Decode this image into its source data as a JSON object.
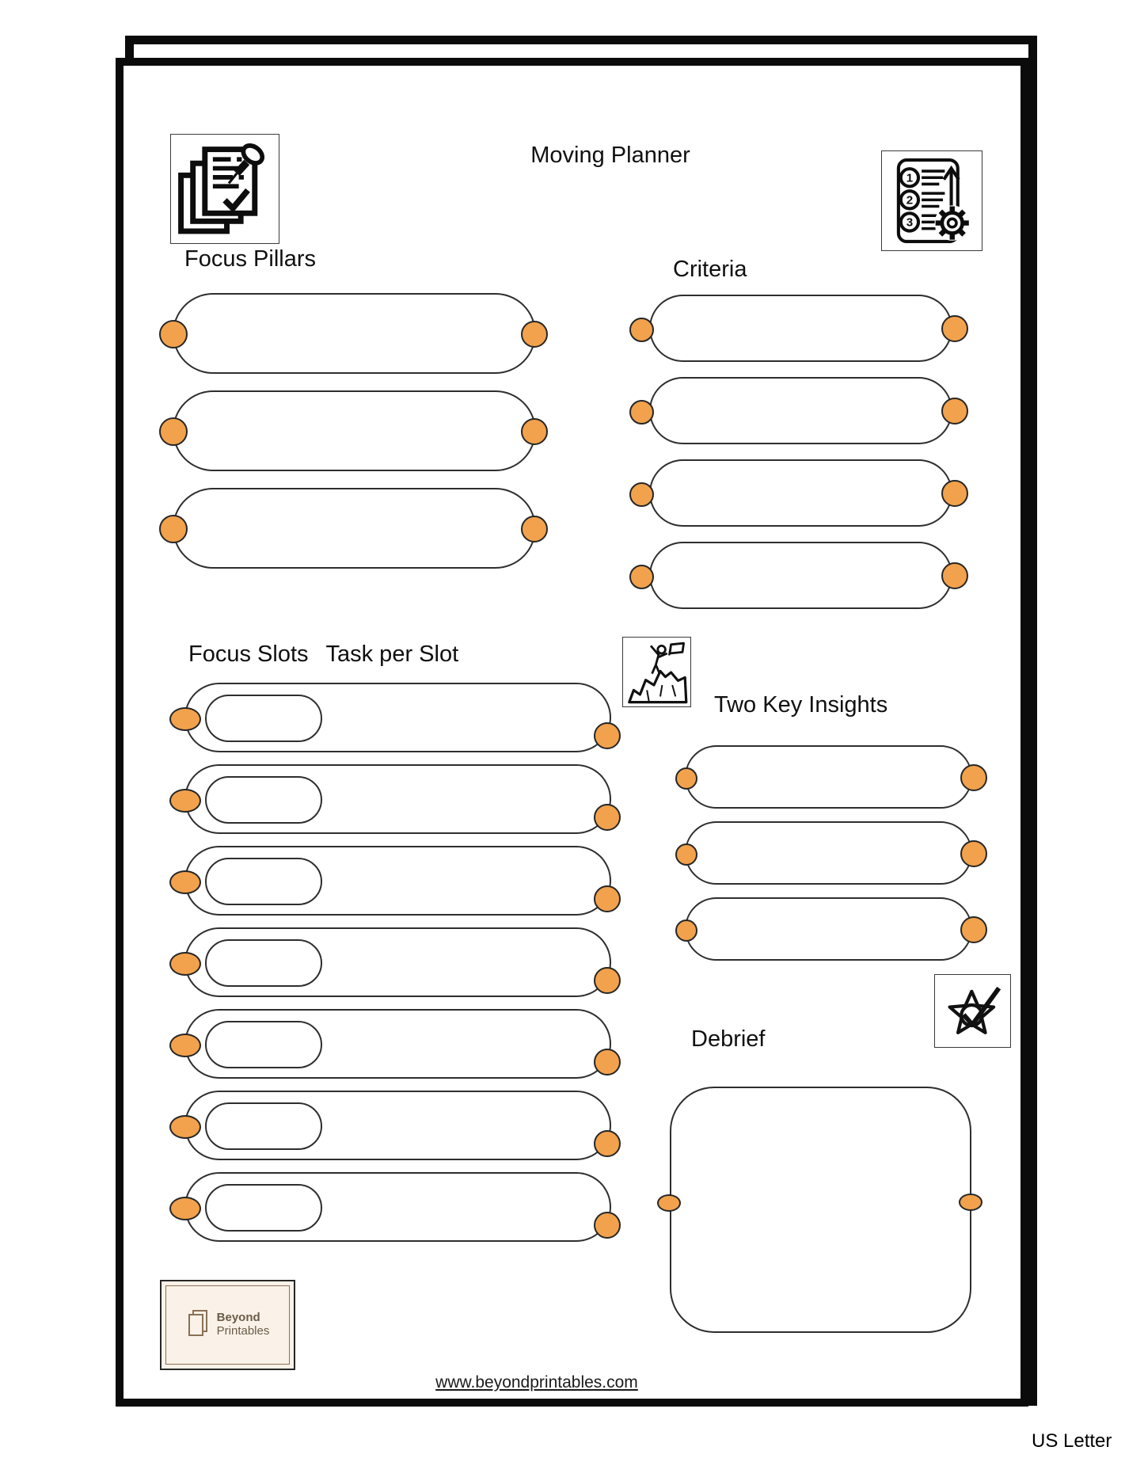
{
  "page": {
    "title": "Moving Planner",
    "paper_size_label": "US Letter",
    "footer": {
      "website": "www.beyondprintables.com"
    },
    "logo": {
      "line1": "Beyond",
      "line2": "Printables"
    }
  },
  "sections": {
    "focus_pillars": {
      "heading": "Focus Pillars",
      "row_count": 3
    },
    "criteria": {
      "heading": "Criteria",
      "row_count": 4
    },
    "focus_slots": {
      "heading_left": "Focus Slots",
      "heading_right": "Task per Slot",
      "row_count": 7
    },
    "two_key_insights": {
      "heading": "Two Key Insights",
      "row_count": 3
    },
    "debrief": {
      "heading": "Debrief"
    }
  },
  "icons": {
    "clipboard_pin": "clipboard-with-pushpin-icon",
    "ordered_list_gear": "numbered-list-with-gear-icon",
    "ordered_numbers": [
      "1",
      "2",
      "3"
    ],
    "climber_flag": "climber-with-flag-icon",
    "star_check": "star-with-checkmark-icon",
    "logo_pages": "stacked-pages-icon"
  },
  "colors": {
    "accent_orange": "#F2A24C",
    "outline": "#2E2E2E",
    "page_border": "#0B0B0B",
    "logo_background": "#FAF2E8",
    "logo_brown": "#6B5B48"
  }
}
